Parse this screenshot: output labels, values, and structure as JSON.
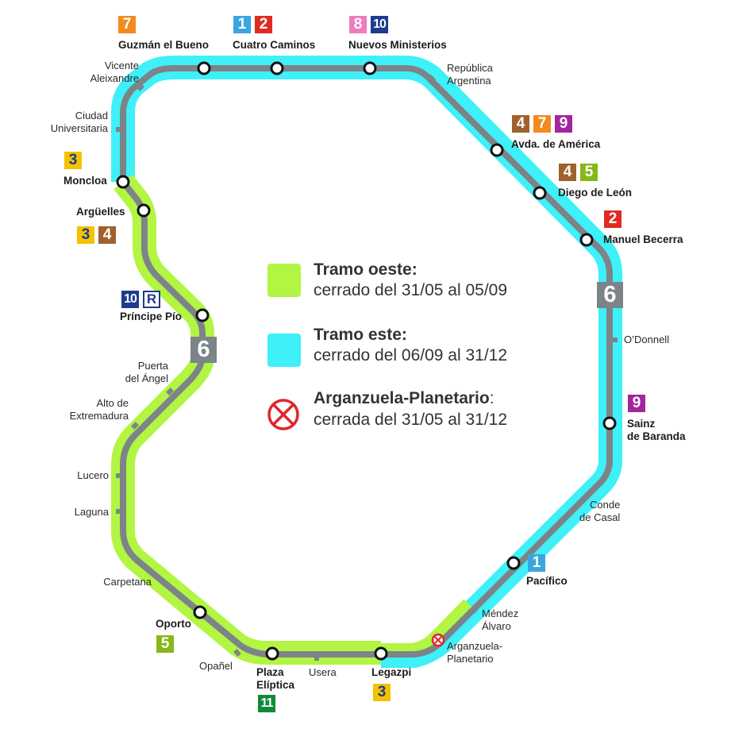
{
  "colors": {
    "tramo_oeste": "#b2f542",
    "tramo_este": "#3ef0f8",
    "line6_gray": "#7d8489",
    "closed_red": "#e0262a",
    "line1": "#3aa6df",
    "line2": "#e02b20",
    "line3": "#f4c200",
    "line3_text": "#1e3b8f",
    "line4": "#a0612e",
    "line5": "#86b817",
    "line7": "#f28b1d",
    "line8": "#f07bbd",
    "line9": "#a3259b",
    "line10": "#1e3b8f",
    "line11": "#0e8a3a"
  },
  "line": {
    "number": "6",
    "label_west": "6",
    "label_east": "6"
  },
  "legend": {
    "oeste": {
      "title": "Tramo oeste:",
      "text": "cerrado del 31/05 al 05/09"
    },
    "este": {
      "title": "Tramo este:",
      "text": "cerrado del 06/09 al 31/12"
    },
    "closed": {
      "title": "Arganzuela-Planetario",
      "colon": ":",
      "text": "cerrada del 31/05 al 31/12"
    }
  },
  "stations": {
    "guzman": {
      "name": "Guzmán el Bueno",
      "lines": [
        "7"
      ]
    },
    "cuatro_caminos": {
      "name": "Cuatro Caminos",
      "lines": [
        "1",
        "2"
      ]
    },
    "nuevos_ministerios": {
      "name": "Nuevos Ministerios",
      "lines": [
        "8",
        "10"
      ]
    },
    "republica_argentina": {
      "name_1": "República",
      "name_2": "Argentina"
    },
    "avda_america": {
      "name": "Avda. de América",
      "lines": [
        "4",
        "7",
        "9"
      ]
    },
    "diego_leon": {
      "name": "Diego de León",
      "lines": [
        "4",
        "5"
      ]
    },
    "manuel_becerra": {
      "name": "Manuel Becerra",
      "lines": [
        "2"
      ]
    },
    "odonnell": {
      "name": "O’Donnell"
    },
    "sainz_baranda": {
      "name_1": "Sainz",
      "name_2": "de Baranda",
      "lines": [
        "9"
      ]
    },
    "conde_casal": {
      "name_1": "Conde",
      "name_2": "de Casal"
    },
    "pacifico": {
      "name": "Pacífico",
      "lines": [
        "1"
      ]
    },
    "mendez_alvaro": {
      "name_1": "Méndez",
      "name_2": "Álvaro"
    },
    "arganzuela": {
      "name_1": "Arganzuela-",
      "name_2": "Planetario"
    },
    "legazpi": {
      "name": "Legazpi",
      "lines": [
        "3"
      ]
    },
    "usera": {
      "name": "Usera"
    },
    "plaza_eliptica": {
      "name_1": "Plaza",
      "name_2": "Elíptica",
      "lines": [
        "11"
      ]
    },
    "opanel": {
      "name": "Opañel"
    },
    "oporto": {
      "name": "Oporto",
      "lines": [
        "5"
      ]
    },
    "carpetana": {
      "name": "Carpetana"
    },
    "laguna": {
      "name": "Laguna"
    },
    "lucero": {
      "name": "Lucero"
    },
    "alto_extremadura": {
      "name_1": "Alto de",
      "name_2": "Extremadura"
    },
    "puerta_angel": {
      "name_1": "Puerta",
      "name_2": "del Ángel"
    },
    "principe_pio": {
      "name": "Príncipe Pío",
      "lines": [
        "10",
        "R"
      ]
    },
    "arguelles": {
      "name": "Argüelles",
      "lines": [
        "3",
        "4"
      ]
    },
    "moncloa": {
      "name": "Moncloa",
      "lines": [
        "3"
      ]
    },
    "ciudad_universitaria": {
      "name_1": "Ciudad",
      "name_2": "Universitaria"
    },
    "vicente_aleixandre": {
      "name_1": "Vicente",
      "name_2": "Aleixandre"
    }
  }
}
